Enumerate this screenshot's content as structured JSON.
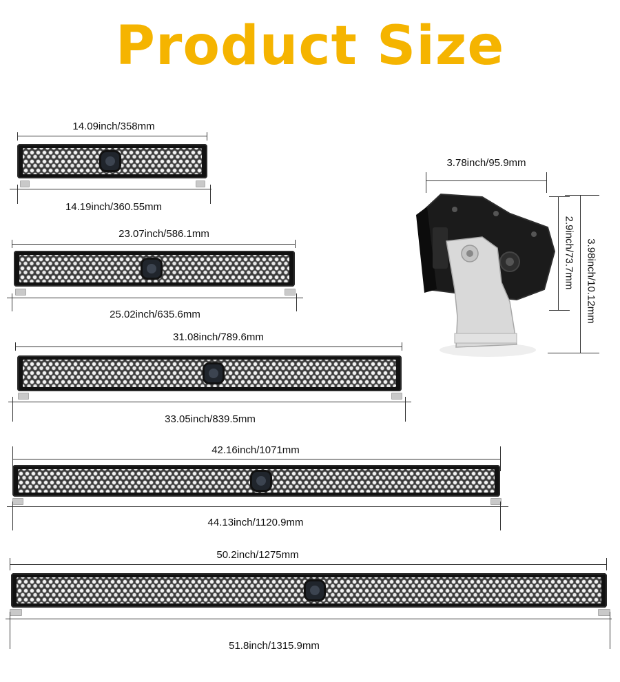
{
  "title": "Product Size",
  "bars": [
    {
      "top_dim": "14.09inch/358mm",
      "bottom_dim": "14.19inch/360.55mm"
    },
    {
      "top_dim": "23.07inch/586.1mm",
      "bottom_dim": "25.02inch/635.6mm"
    },
    {
      "top_dim": "31.08inch/789.6mm",
      "bottom_dim": "33.05inch/839.5mm"
    },
    {
      "top_dim": "42.16inch/1071mm",
      "bottom_dim": "44.13inch/1120.9mm"
    },
    {
      "top_dim": "50.2inch/1275mm",
      "bottom_dim": "51.8inch/1315.9mm"
    }
  ],
  "side_view": {
    "depth": "3.78inch/95.9mm",
    "height_inner": "2.9inch/73.7mm",
    "height_outer": "3.98inch/10.12mm"
  }
}
